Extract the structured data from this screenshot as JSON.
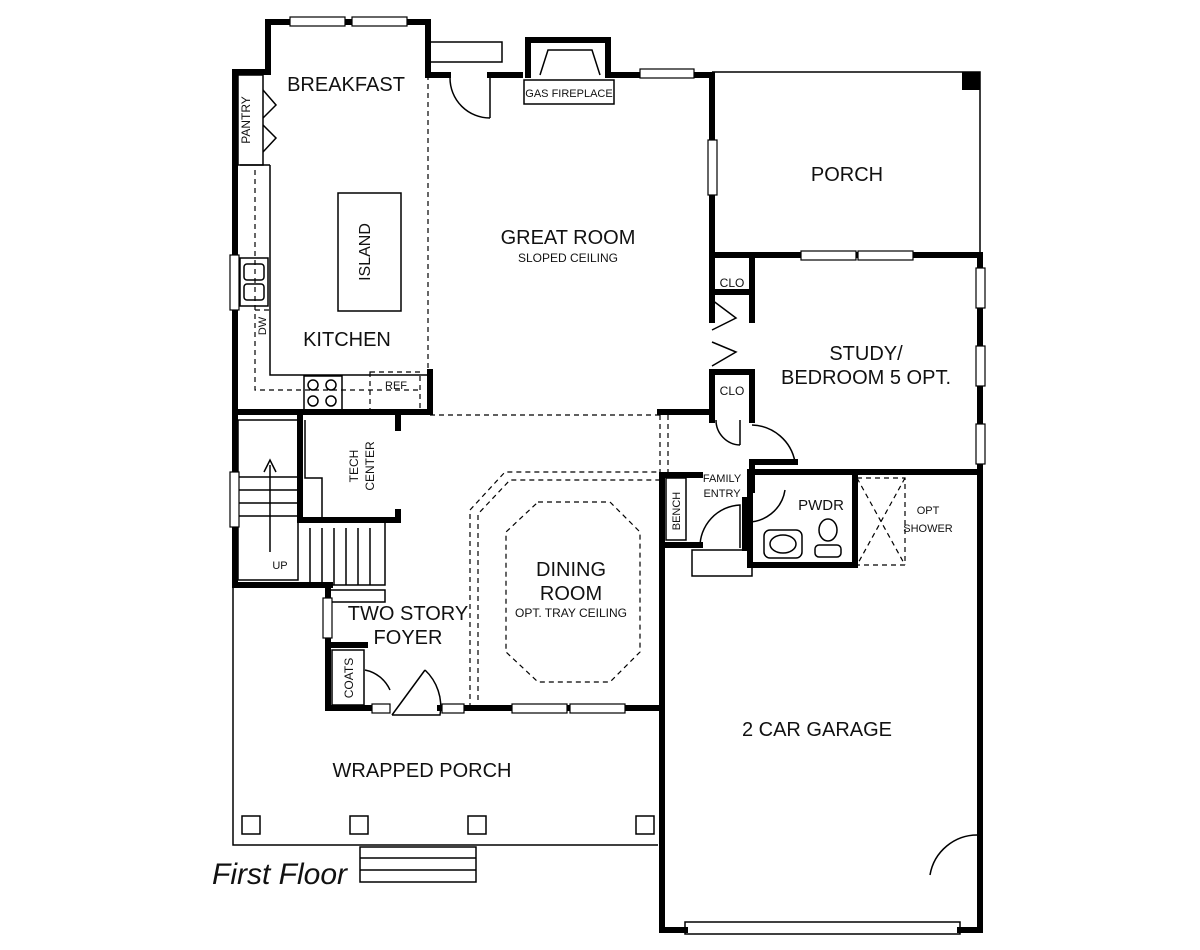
{
  "title": "First Floor",
  "rooms": {
    "breakfast": "BREAKFAST",
    "pantry": "PANTRY",
    "island": "ISLAND",
    "kitchen": "KITCHEN",
    "dw": "DW",
    "ref": "REF",
    "gas_fireplace": "GAS FIREPLACE",
    "great_room": "GREAT ROOM",
    "great_room_note": "SLOPED CEILING",
    "porch": "PORCH",
    "clo_upper": "CLO",
    "clo_lower": "CLO",
    "study_line1": "STUDY/",
    "study_line2": "BEDROOM 5 OPT.",
    "tech_line1": "TECH",
    "tech_line2": "CENTER",
    "stairs_up": "UP",
    "family_entry_line1": "FAMILY",
    "family_entry_line2": "ENTRY",
    "bench": "BENCH",
    "pwdr": "PWDR",
    "opt_shower_line1": "OPT",
    "opt_shower_line2": "SHOWER",
    "dining_line1": "DINING",
    "dining_line2": "ROOM",
    "dining_note": "OPT. TRAY CEILING",
    "foyer_line1": "TWO STORY",
    "foyer_line2": "FOYER",
    "coats": "COATS",
    "garage": "2 CAR GARAGE",
    "wrapped_porch": "WRAPPED PORCH"
  }
}
